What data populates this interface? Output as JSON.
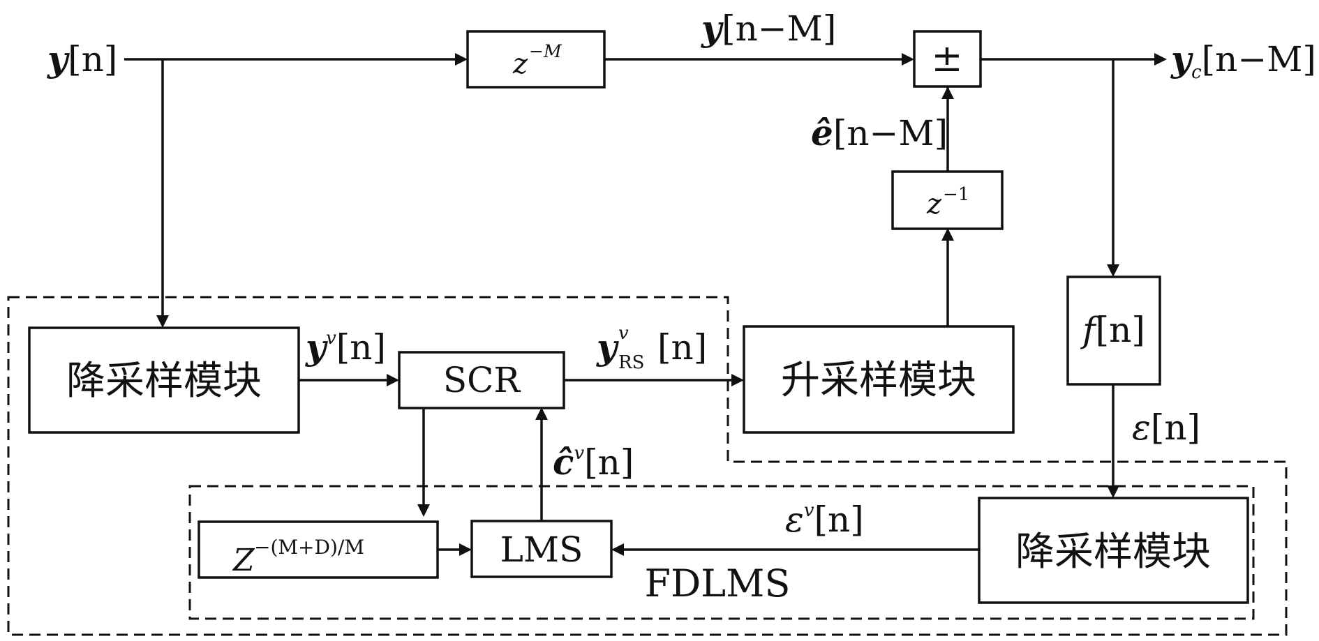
{
  "blocks": {
    "delay_m": {
      "base": "z",
      "sup": "−M"
    },
    "sum": {
      "label": "±"
    },
    "delay_1": {
      "base": "z",
      "sup": "−1"
    },
    "downsample_1": {
      "label": "降采样模块"
    },
    "scr": {
      "label": "SCR"
    },
    "upsample": {
      "label": "升采样模块"
    },
    "filter_f": {
      "func": "f",
      "arg": "[n]"
    },
    "delay_md": {
      "base": "Z",
      "sup": "−(M+D)/M"
    },
    "lms": {
      "label": "LMS"
    },
    "downsample_2": {
      "label": "降采样模块"
    }
  },
  "group_label": "FDLMS",
  "signals": {
    "y_n": {
      "sym": "y",
      "arg": "[n]"
    },
    "y_nm": {
      "sym": "y",
      "arg": "[n−M]"
    },
    "y_c": {
      "sym": "y",
      "sub": "c",
      "arg": "[n−M]"
    },
    "e_hat": {
      "sym": "ê",
      "arg": "[n−M]"
    },
    "y_v": {
      "sym": "y",
      "sup": "v",
      "arg": "[n]"
    },
    "y_rs": {
      "sym": "y",
      "sup": "v",
      "sub": "RS",
      "arg": "[n]"
    },
    "c_hat": {
      "sym": "ĉ",
      "sup": "v",
      "arg": "[n]"
    },
    "eps": {
      "sym": "ε",
      "arg": "[n]"
    },
    "eps_v": {
      "sym": "ε",
      "sup": "v",
      "arg": "[n]"
    }
  }
}
